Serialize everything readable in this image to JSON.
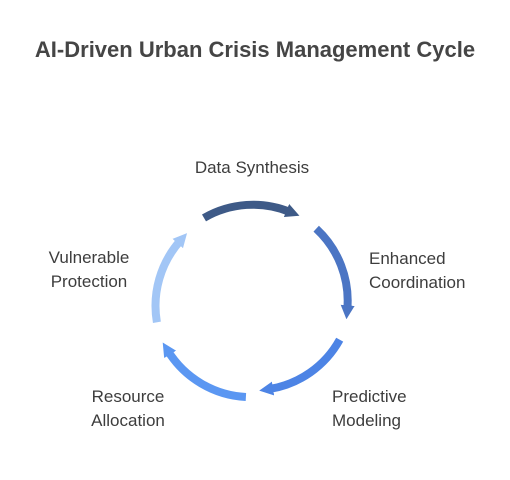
{
  "title": "AI-Driven Urban Crisis Management Cycle",
  "cycle": [
    {
      "line1": "Data Synthesis",
      "line2": "",
      "color": "#3e5a87"
    },
    {
      "line1": "Enhanced",
      "line2": "Coordination",
      "color": "#4b75c4"
    },
    {
      "line1": "Predictive",
      "line2": "Modeling",
      "color": "#4d84e5"
    },
    {
      "line1": "Resource",
      "line2": "Allocation",
      "color": "#5b97f2"
    },
    {
      "line1": "Vulnerable",
      "line2": "Protection",
      "color": "#a2c6f6"
    }
  ]
}
